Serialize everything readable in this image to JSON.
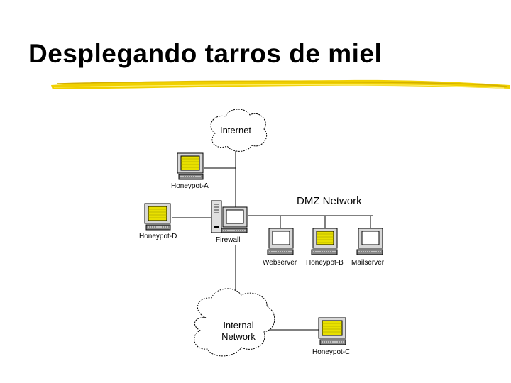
{
  "slide": {
    "title": "Desplegando tarros de miel",
    "accent_color": "#e6c200"
  },
  "diagram": {
    "internet_label": "Internet",
    "internal_network_label_line1": "Internal",
    "internal_network_label_line2": "Network",
    "dmz_label": "DMZ Network",
    "nodes": {
      "honeypot_a": "Honeypot-A",
      "honeypot_d": "Honeypot-D",
      "firewall": "Firewall",
      "webserver": "Webserver",
      "honeypot_b": "Honeypot-B",
      "mailserver": "Mailserver",
      "honeypot_c": "Honeypot-C"
    },
    "colors": {
      "honeypot_screen": "#e8e000",
      "line": "#000000"
    }
  }
}
